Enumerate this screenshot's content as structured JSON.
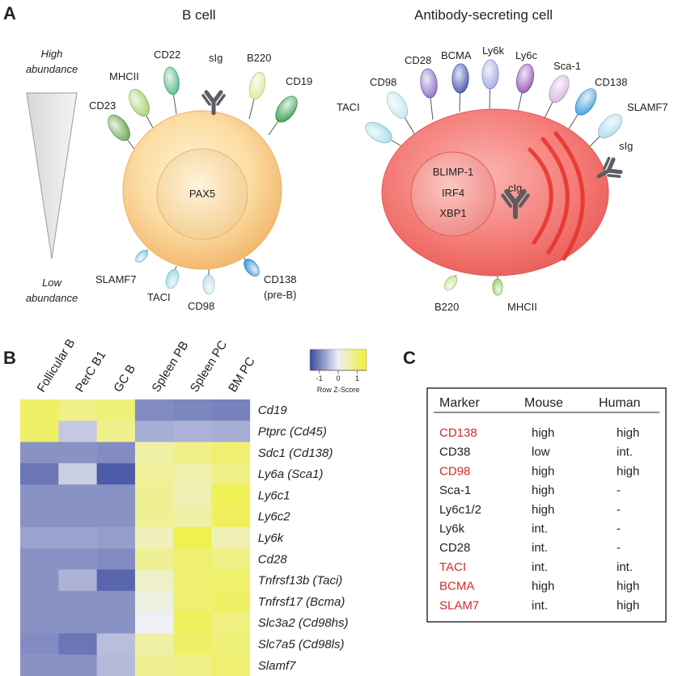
{
  "panels": {
    "a": "A",
    "b": "B",
    "c": "C"
  },
  "panel_a": {
    "bcell_title": "B cell",
    "asc_title": "Antibody-secreting cell",
    "abundance_high": [
      "High",
      "abundance"
    ],
    "abundance_low": [
      "Low",
      "abundance"
    ],
    "bcell_nucleus": "PAX5",
    "asc_nucleus": [
      "BLIMP-1",
      "IRF4",
      "XBP1"
    ],
    "asc_cig": "cIg",
    "colors": {
      "bcell_body": "#fbd99a",
      "asc_body": "#f47b78",
      "accent_red": "#d42a2a"
    },
    "bcell_markers": [
      "CD23",
      "MHCII",
      "CD22",
      "sIg",
      "B220",
      "CD19",
      "SLAMF7",
      "TACI",
      "CD98",
      "CD138",
      "(pre-B)"
    ],
    "asc_markers": [
      "TACI",
      "CD98",
      "CD28",
      "BCMA",
      "Ly6k",
      "Ly6c",
      "Sca-1",
      "CD138",
      "SLAMF7",
      "sIg",
      "B220",
      "MHCII"
    ]
  },
  "chart_data": {
    "type": "heatmap",
    "columns": [
      "Follicular B",
      "PerC B1",
      "GC B",
      "Spleen PB",
      "Spleen PC",
      "BM PC"
    ],
    "rows": [
      "Cd19",
      "Ptprc (Cd45)",
      "Sdc1 (Cd138)",
      "Ly6a (Sca1)",
      "Ly6c1",
      "Ly6c2",
      "Ly6k",
      "Cd28",
      "Tnfrsf13b (Taci)",
      "Tnfrsf17 (Bcma)",
      "Slc3a2 (Cd98hs)",
      "Slc7a5 (Cd98ls)",
      "Slamf7"
    ],
    "values": [
      [
        1.1,
        0.85,
        0.95,
        -0.9,
        -0.95,
        -1.0
      ],
      [
        1.1,
        -0.35,
        0.8,
        -0.6,
        -0.55,
        -0.6
      ],
      [
        -0.85,
        -0.85,
        -0.9,
        0.6,
        0.85,
        1.0
      ],
      [
        -1.1,
        -0.3,
        -1.35,
        0.7,
        0.55,
        0.85
      ],
      [
        -0.85,
        -0.85,
        -0.85,
        0.75,
        0.5,
        1.2
      ],
      [
        -0.85,
        -0.85,
        -0.85,
        0.75,
        0.6,
        1.15
      ],
      [
        -0.7,
        -0.7,
        -0.75,
        0.45,
        1.25,
        0.5
      ],
      [
        -0.85,
        -0.85,
        -0.9,
        0.75,
        1.0,
        0.85
      ],
      [
        -0.85,
        -0.55,
        -1.25,
        0.35,
        1.0,
        1.05
      ],
      [
        -0.85,
        -0.85,
        -0.85,
        0.15,
        1.0,
        1.1
      ],
      [
        -0.85,
        -0.85,
        -0.85,
        0.0,
        1.15,
        0.9
      ],
      [
        -0.9,
        -1.1,
        -0.45,
        0.6,
        1.1,
        0.95
      ],
      [
        -0.85,
        -0.85,
        -0.5,
        0.75,
        0.85,
        1.0
      ]
    ],
    "scale": {
      "min": -1.5,
      "max": 1.5,
      "ticks": [
        "-1",
        "0",
        "1"
      ],
      "label": "Row Z-Score",
      "colors": {
        "low": "#3b4aa0",
        "mid": "#eef0f5",
        "high": "#f0f030"
      }
    }
  },
  "table": {
    "headers": [
      "Marker",
      "Mouse",
      "Human"
    ],
    "rows": [
      {
        "marker": "CD138",
        "mouse": "high",
        "human": "high",
        "red": true
      },
      {
        "marker": "CD38",
        "mouse": "low",
        "human": "int.",
        "red": false
      },
      {
        "marker": "CD98",
        "mouse": "high",
        "human": "high",
        "red": true
      },
      {
        "marker": "Sca-1",
        "mouse": "high",
        "human": "-",
        "red": false
      },
      {
        "marker": "Ly6c1/2",
        "mouse": "high",
        "human": "-",
        "red": false
      },
      {
        "marker": "Ly6k",
        "mouse": "int.",
        "human": "-",
        "red": false
      },
      {
        "marker": "CD28",
        "mouse": "int.",
        "human": "-",
        "red": false
      },
      {
        "marker": "TACI",
        "mouse": "int.",
        "human": "int.",
        "red": true
      },
      {
        "marker": "BCMA",
        "mouse": "high",
        "human": "high",
        "red": true
      },
      {
        "marker": "SLAM7",
        "mouse": "int.",
        "human": "high",
        "red": true
      }
    ]
  }
}
